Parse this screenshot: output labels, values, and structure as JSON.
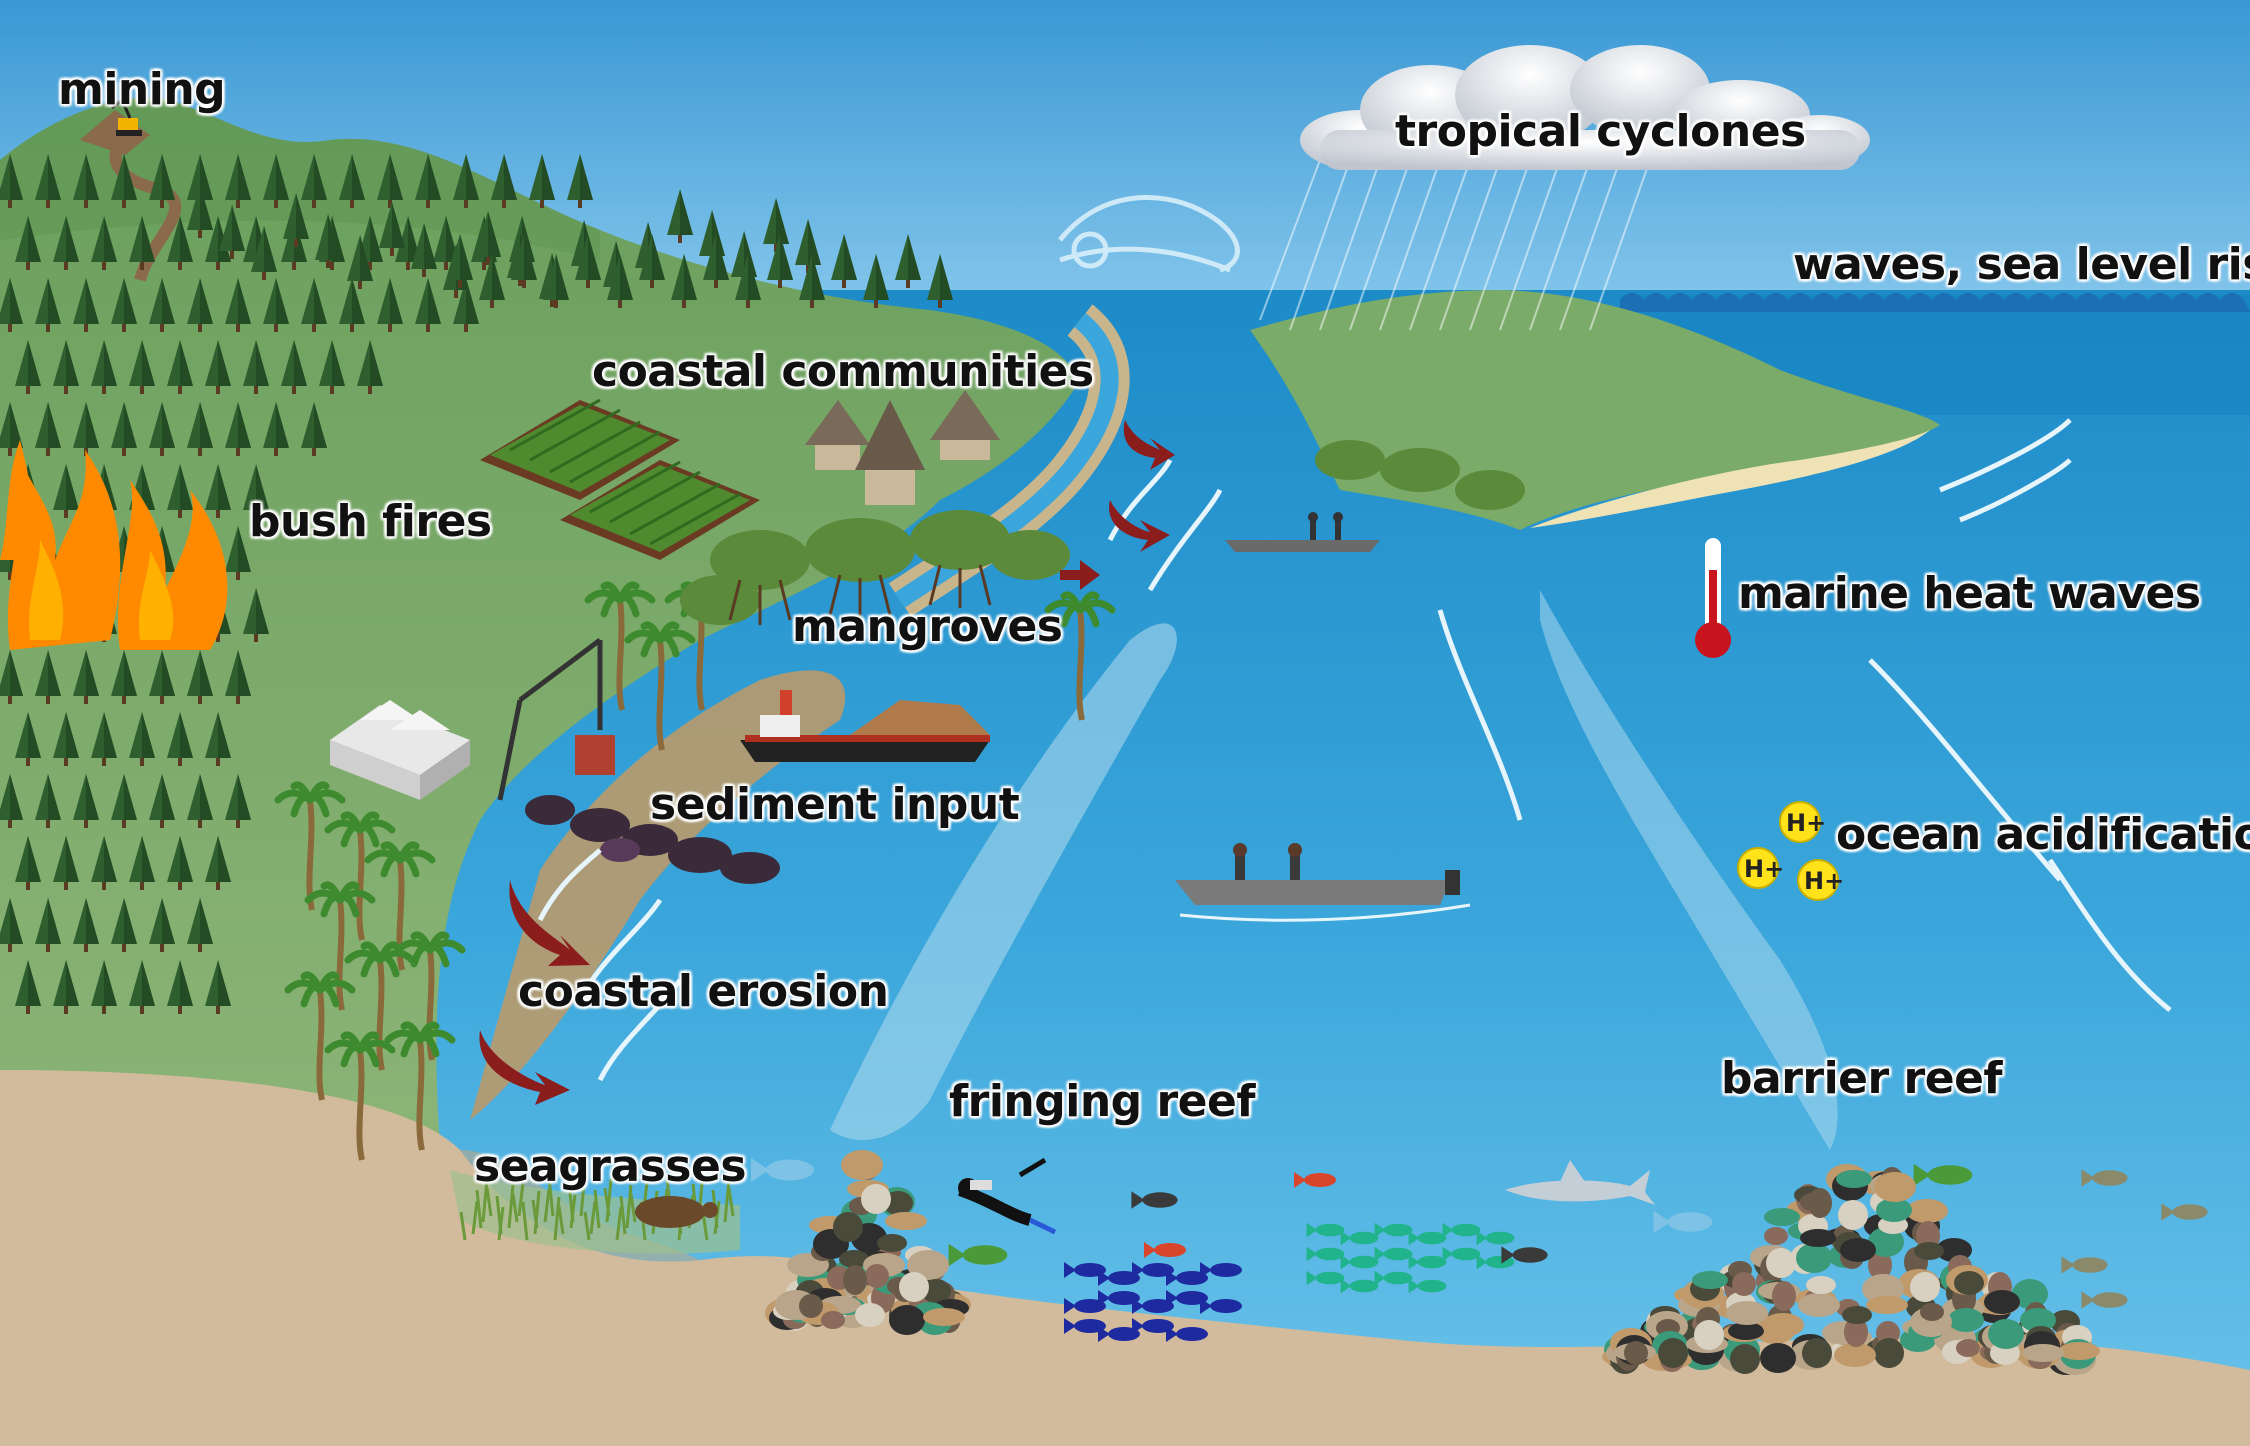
{
  "labels": {
    "mining": "mining",
    "tropical_cyclones": "tropical cyclones",
    "waves_sea_level_rise": "waves, sea level rise",
    "coastal_communities": "coastal communities",
    "bush_fires": "bush fires",
    "marine_heat_waves": "marine heat waves",
    "mangroves": "mangroves",
    "sediment_input": "sediment input",
    "ocean_acidification": "ocean acidification",
    "coastal_erosion": "coastal erosion",
    "fringing_reef": "fringing reef",
    "barrier_reef": "barrier reef",
    "seagrasses": "seagrasses"
  },
  "hydrogen_ion_symbol": "H+",
  "colors": {
    "sky": "#5cb2e0",
    "ocean": "#2f9ed6",
    "land": "#7fab6c",
    "sand": "#d2bb9c",
    "sediment": "#b99a6a",
    "arrow": "#8b1d1d",
    "thermometer": "#c8141e",
    "h_ion": "#ffe21a"
  },
  "icons": [
    "excavator-icon",
    "cloud-icon",
    "rain-icon",
    "wind-swirl-icon",
    "flame-icon",
    "hut-icon",
    "crop-field-icon",
    "mangrove-tree-icon",
    "factory-icon",
    "crane-icon",
    "cargo-ship-icon",
    "fishing-boat-icon",
    "thermometer-icon",
    "hydrogen-ion-icon",
    "diver-icon",
    "fish-icon",
    "shark-icon",
    "turtle-icon",
    "coral-icon"
  ]
}
